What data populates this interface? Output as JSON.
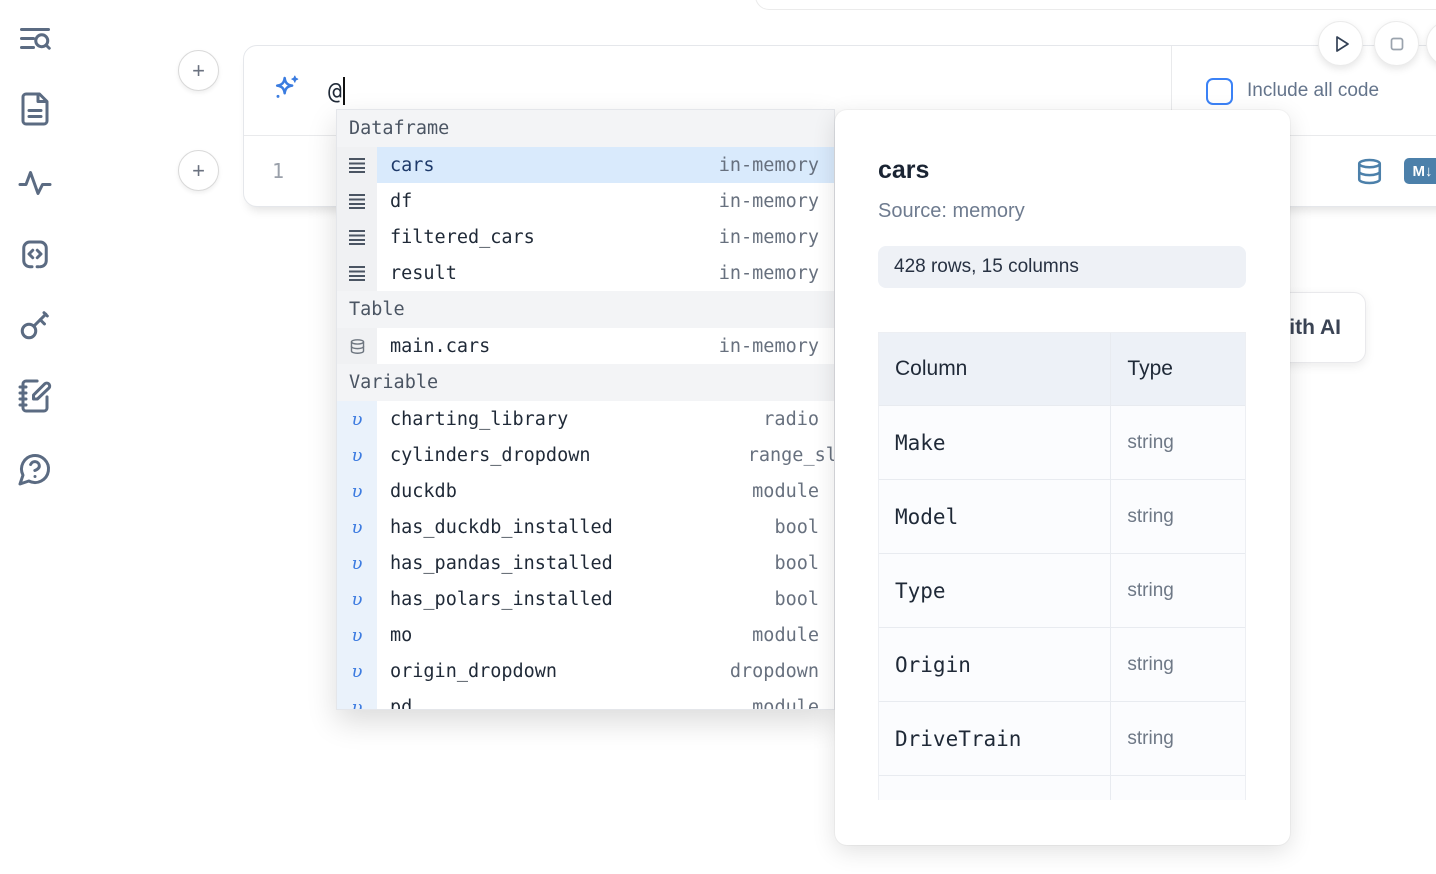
{
  "sidebar": {
    "items": [
      {
        "icon": "toc-search-icon"
      },
      {
        "icon": "document-icon"
      },
      {
        "icon": "activity-icon"
      },
      {
        "icon": "code-snippet-icon"
      },
      {
        "icon": "key-icon"
      },
      {
        "icon": "scratchpad-icon"
      },
      {
        "icon": "help-chat-icon"
      }
    ]
  },
  "cell": {
    "prompt_value": "@",
    "line_number": "1",
    "include_all_code_label": "Include all code",
    "ai_button_label": "Generate with AI",
    "add_button_glyph": "+"
  },
  "icons": {
    "variable_glyph": "υ",
    "markdown_badge": "M↓"
  },
  "colors": {
    "accent_blue": "#3b82f6",
    "steel_icon": "#4c80aa",
    "sidebar_icon": "#5b6b82",
    "selection_highlight": "#d9eafc"
  },
  "popup": {
    "sections": [
      {
        "label": "Dataframe",
        "items": [
          {
            "name": "cars",
            "type": "in-memory"
          },
          {
            "name": "df",
            "type": "in-memory"
          },
          {
            "name": "filtered_cars",
            "type": "in-memory"
          },
          {
            "name": "result",
            "type": "in-memory"
          }
        ]
      },
      {
        "label": "Table",
        "items": [
          {
            "name": "main.cars",
            "type": "in-memory"
          }
        ]
      },
      {
        "label": "Variable",
        "items": [
          {
            "name": "charting_library",
            "type": "radio"
          },
          {
            "name": "cylinders_dropdown",
            "type": "range_sli"
          },
          {
            "name": "duckdb",
            "type": "module"
          },
          {
            "name": "has_duckdb_installed",
            "type": "bool"
          },
          {
            "name": "has_pandas_installed",
            "type": "bool"
          },
          {
            "name": "has_polars_installed",
            "type": "bool"
          },
          {
            "name": "mo",
            "type": "module"
          },
          {
            "name": "origin_dropdown",
            "type": "dropdown"
          },
          {
            "name": "pd",
            "type": "module"
          }
        ]
      }
    ]
  },
  "panel": {
    "title": "cars",
    "source": "Source: memory",
    "shape": "428 rows, 15 columns",
    "table": {
      "headers": [
        "Column",
        "Type"
      ],
      "rows": [
        {
          "name": "Make",
          "type": "string"
        },
        {
          "name": "Model",
          "type": "string"
        },
        {
          "name": "Type",
          "type": "string"
        },
        {
          "name": "Origin",
          "type": "string"
        },
        {
          "name": "DriveTrain",
          "type": "string"
        },
        {
          "name": "",
          "type": ""
        }
      ]
    }
  }
}
